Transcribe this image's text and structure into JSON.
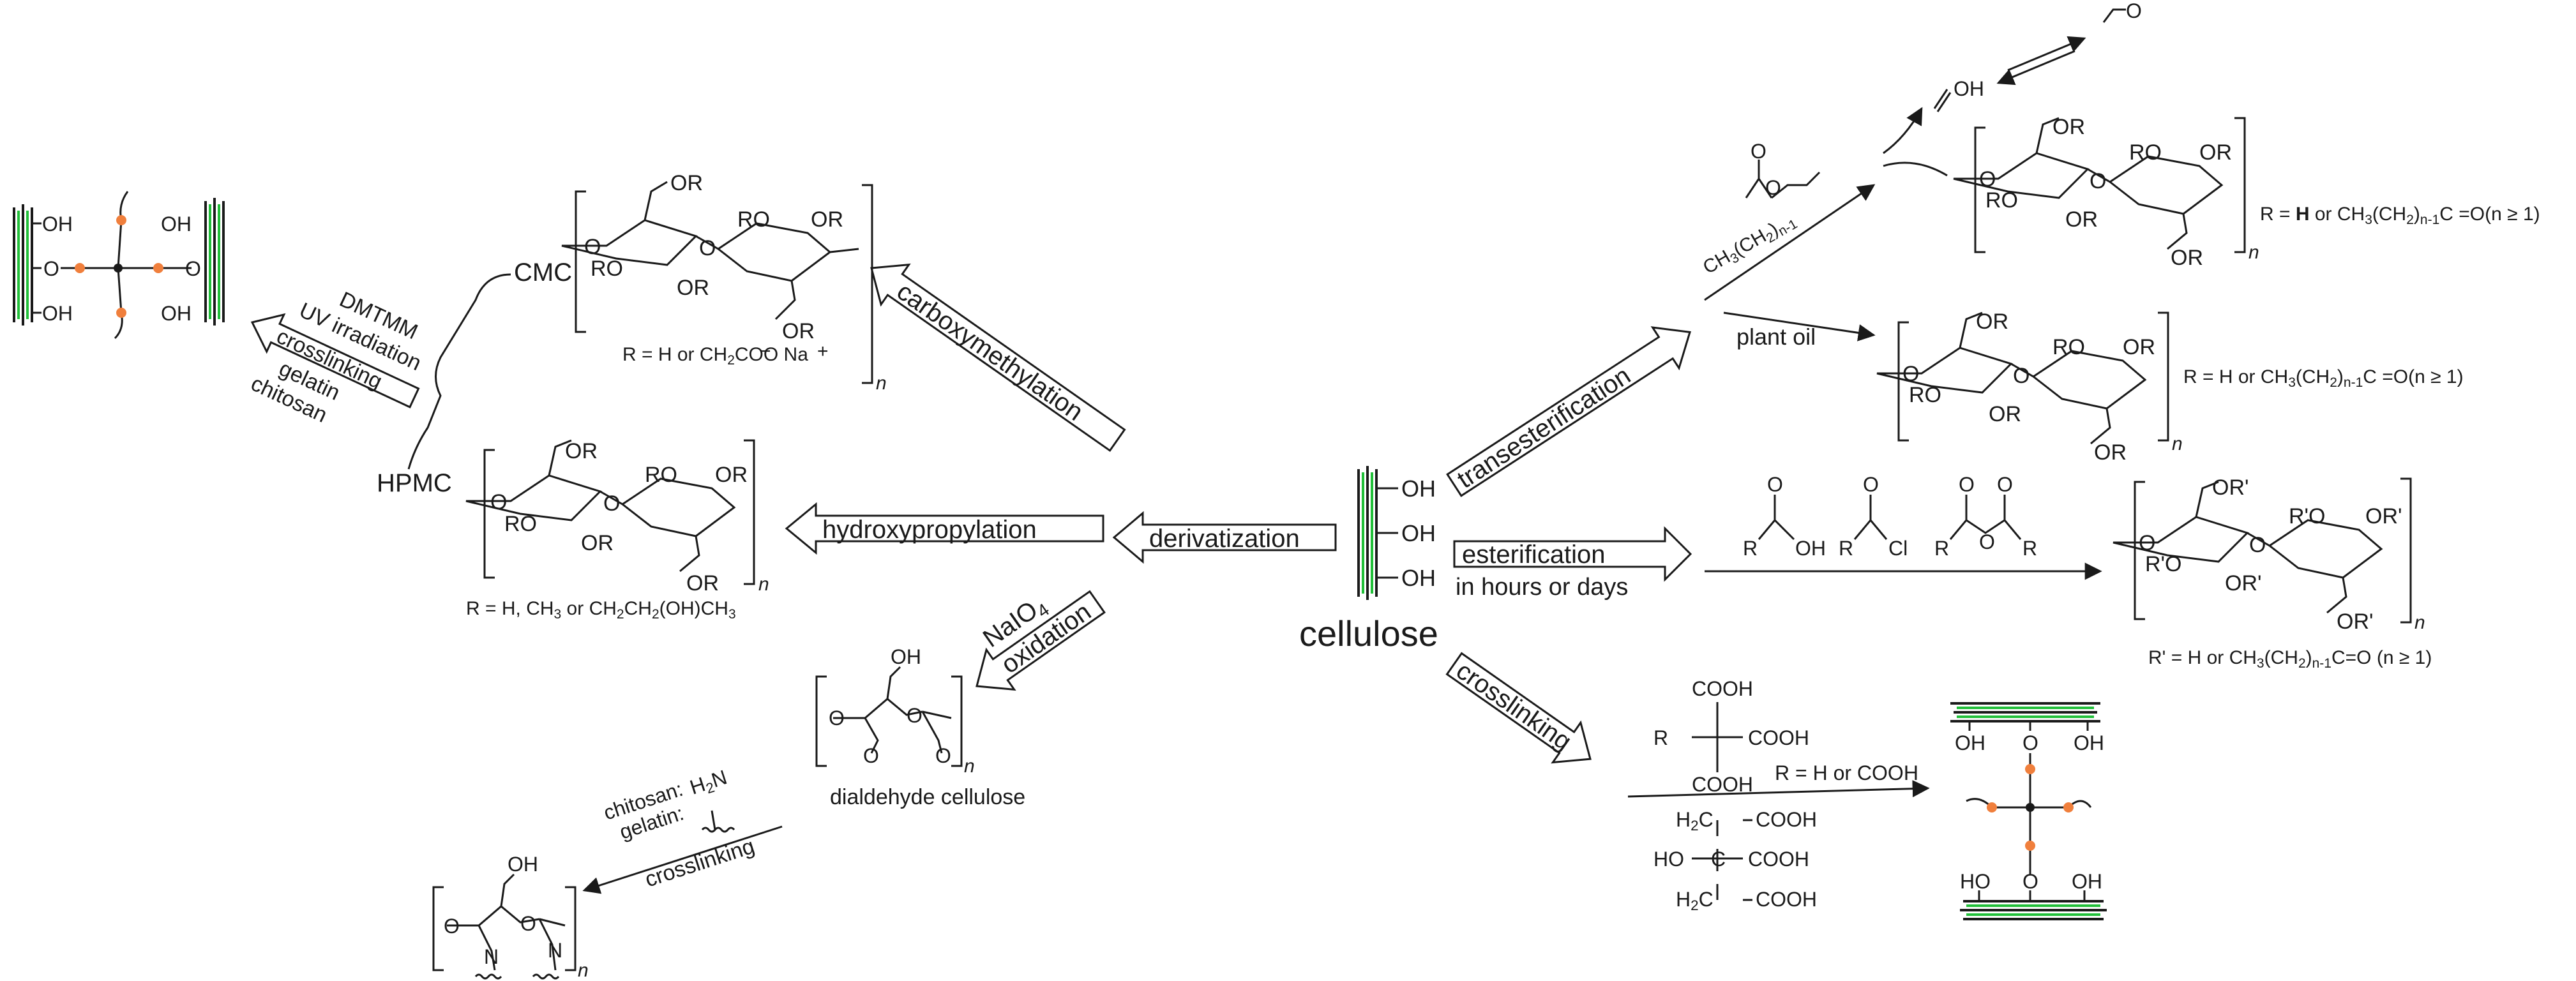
{
  "center": {
    "label": "cellulose"
  },
  "oh": "OH",
  "arrows": {
    "derivatization": "derivatization",
    "hydroxypropylation": "hydroxypropylation",
    "carboxymethylation": "carboxymethylation",
    "oxidation_reagent": "NaIO4",
    "oxidation": "oxidation",
    "transesterification": "transesterification",
    "esterification": "esterification",
    "esterification_sub": "in hours or days",
    "crosslinking": "crosslinking"
  },
  "cmc_branch": {
    "cmc": "CMC",
    "hpmc": "HPMC",
    "crosslink_reagents": [
      "DMTMM",
      "UV irradiation"
    ],
    "crosslink_box": "crosslinking",
    "crosslink_agents": [
      "gelatin",
      "chitosan"
    ],
    "cmc_r": "R = H or CH2COO Na",
    "hpmc_r": "R = H, CH3 or CH2CH2(OH)CH3",
    "ion_minus": "−",
    "ion_plus": "+"
  },
  "ring": {
    "or": "OR",
    "ro": "RO",
    "o": "O",
    "n": "n",
    "or_prime": "OR'",
    "ro_prime": "R'O"
  },
  "dialdehyde": {
    "label": "dialdehyde cellulose",
    "oh": "OH",
    "amine_reagents": [
      "chitosan:",
      "gelatin:"
    ],
    "h2n": "H2N",
    "crosslinking": "crosslinking",
    "n_atom": "N"
  },
  "trans_branch": {
    "vinyl_chain": "CH3(CH2)n-1",
    "vinyl_alcohol": "OH",
    "aldehyde": "O",
    "plant_oil": "plant oil",
    "r_vinyl": "R = H or CH3(CH2)n-1C=O(n ≥ 1)",
    "r_oil": "R = H or CH3(CH2)n-1C=O(n ≥ 1)"
  },
  "ester_branch": {
    "acid_oh": "OH",
    "acyl_cl": "Cl",
    "r": "R",
    "r_prime": "R' = H or CH3(CH2)n-1C=O (n ≥ 1)"
  },
  "crosslink_branch": {
    "cooh": "COOH",
    "r": "R",
    "r_def": "R = H or COOH",
    "h2c": "H2C",
    "ho": "HO",
    "c": "C"
  }
}
